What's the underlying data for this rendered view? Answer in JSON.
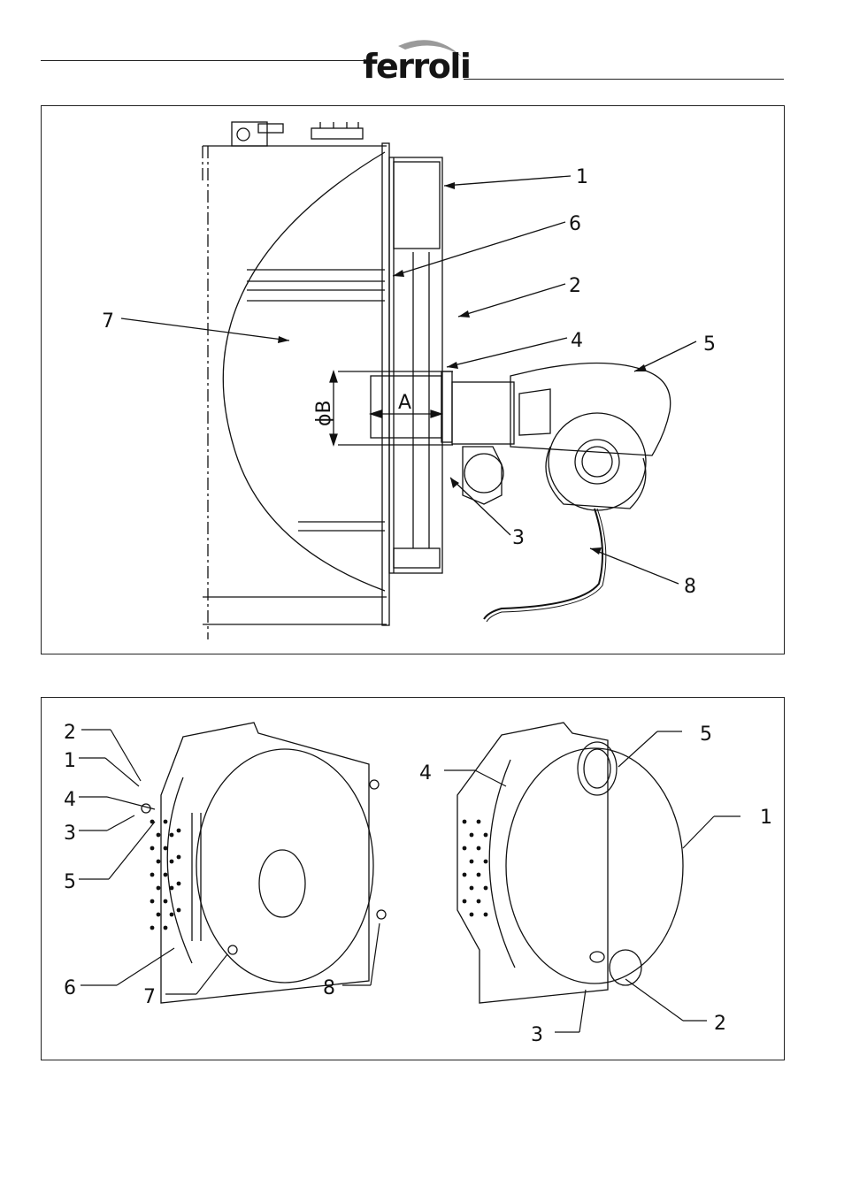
{
  "header": {
    "brand": "ferroli"
  },
  "figure_top": {
    "callouts": [
      "1",
      "6",
      "2",
      "4",
      "5",
      "7",
      "3",
      "8"
    ],
    "dimensions": {
      "a": "A",
      "b": "ϕB"
    }
  },
  "figure_bottom": {
    "left_callouts": [
      "2",
      "1",
      "4",
      "3",
      "5",
      "6",
      "7",
      "8"
    ],
    "right_callouts": [
      "5",
      "4",
      "1",
      "3",
      "2"
    ]
  }
}
